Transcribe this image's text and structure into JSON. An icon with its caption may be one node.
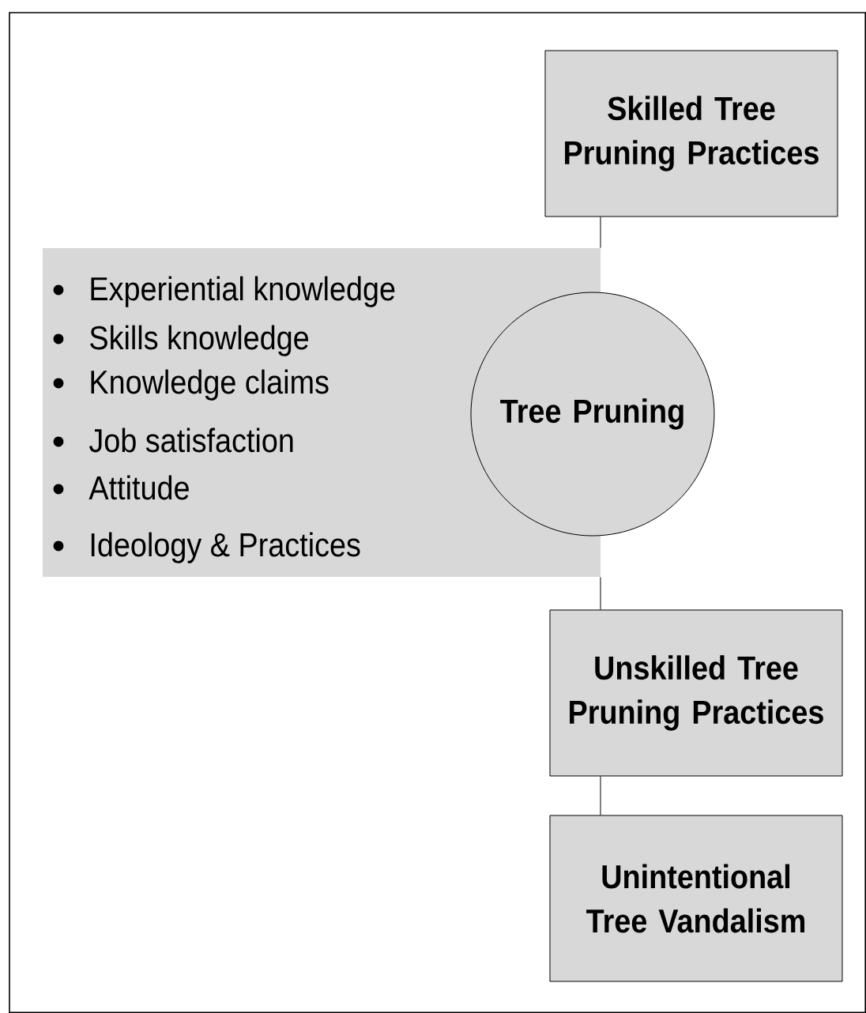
{
  "diagram": {
    "nodes": [
      {
        "text": [
          "Skilled Tree Pruning Practices"
        ]
      },
      {
        "text": [
          "Experiential knowledge",
          "Skills knowledge",
          "Knowledge claims",
          "Job satisfaction",
          "Attitude",
          "Ideology & Practices"
        ]
      },
      {
        "text": [
          "Tree Pruning"
        ]
      },
      {
        "text": [
          "Unskilled Tree Pruning Practices"
        ]
      },
      {
        "text": [
          "Unintentional Tree Vandalism"
        ]
      }
    ],
    "edges": [
      {
        "from": 0,
        "to": 1,
        "arrow": "none"
      },
      {
        "from": 1,
        "to": 3,
        "arrow": "none"
      },
      {
        "from": 3,
        "to": 4,
        "arrow": "none"
      }
    ]
  }
}
